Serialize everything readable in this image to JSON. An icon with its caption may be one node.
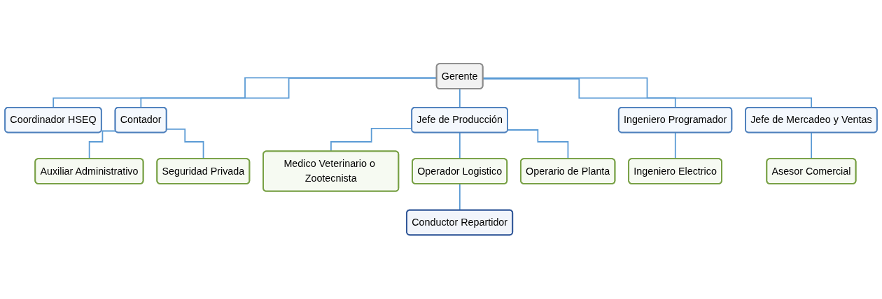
{
  "diagram": {
    "nodes": [
      {
        "text": [
          "Gerente"
        ]
      },
      {
        "text": [
          "Coordinador HSEQ"
        ]
      },
      {
        "text": [
          "Contador"
        ]
      },
      {
        "text": [
          "Jefe de Producción"
        ]
      },
      {
        "text": [
          "Ingeniero Programador"
        ]
      },
      {
        "text": [
          "Jefe de Mercadeo y Ventas"
        ]
      },
      {
        "text": [
          "Auxiliar Administrativo"
        ]
      },
      {
        "text": [
          "Seguridad Privada"
        ]
      },
      {
        "text": [
          "Medico Veterinario o Zootecnista"
        ]
      },
      {
        "text": [
          "Operador Logistico"
        ]
      },
      {
        "text": [
          "Operario de Planta"
        ]
      },
      {
        "text": [
          "Ingeniero Electrico"
        ]
      },
      {
        "text": [
          "Asesor Comercial"
        ]
      },
      {
        "text": [
          "Conductor Repartidor"
        ]
      }
    ],
    "edges": [
      {
        "from": 0,
        "to": 1,
        "arrow": "none"
      },
      {
        "from": 0,
        "to": 2,
        "arrow": "none"
      },
      {
        "from": 0,
        "to": 3,
        "arrow": "none"
      },
      {
        "from": 0,
        "to": 4,
        "arrow": "none"
      },
      {
        "from": 0,
        "to": 5,
        "arrow": "none"
      },
      {
        "from": 2,
        "to": 6,
        "arrow": "none"
      },
      {
        "from": 2,
        "to": 7,
        "arrow": "none"
      },
      {
        "from": 3,
        "to": 8,
        "arrow": "none"
      },
      {
        "from": 3,
        "to": 9,
        "arrow": "none"
      },
      {
        "from": 3,
        "to": 10,
        "arrow": "none"
      },
      {
        "from": 4,
        "to": 11,
        "arrow": "none"
      },
      {
        "from": 5,
        "to": 12,
        "arrow": "none"
      },
      {
        "from": 9,
        "to": 13,
        "arrow": "none"
      }
    ]
  }
}
